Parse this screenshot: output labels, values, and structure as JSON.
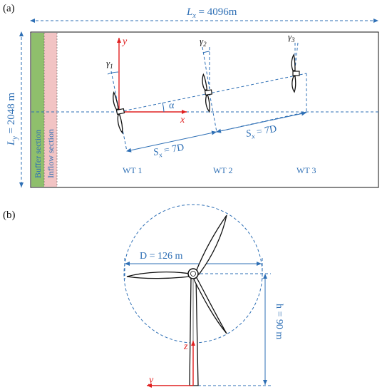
{
  "panel_a": {
    "label": "(a)",
    "lx_sym": "L",
    "lx_sub": "x",
    "lx_val": " = 4096m",
    "ly_sym": "L",
    "ly_sub": "y",
    "ly_val": " = 2048 m",
    "buffer_label": "Buffer section",
    "inflow_label": "Inflow section",
    "axis_x": "x",
    "axis_y": "y",
    "alpha": "α",
    "gamma1": "γ1",
    "gamma2": "γ2",
    "gamma3": "γ3",
    "sx1_sym": "S",
    "sx1_sub": "x",
    "sx1_val": " = 7D",
    "sx2_sym": "S",
    "sx2_sub": "x",
    "sx2_val": " = 7D",
    "wt1": "WT 1",
    "wt2": "WT 2",
    "wt3": "WT 3",
    "colors": {
      "buffer": "#8fbf6c",
      "inflow": "#f2c4c4",
      "annotation": "#2e6fb5",
      "axes": "#e02020"
    }
  },
  "panel_b": {
    "label": "(b)",
    "diameter": "D = 126 m",
    "height": "h = 90 m",
    "axis_z": "z",
    "axis_y": "y"
  }
}
